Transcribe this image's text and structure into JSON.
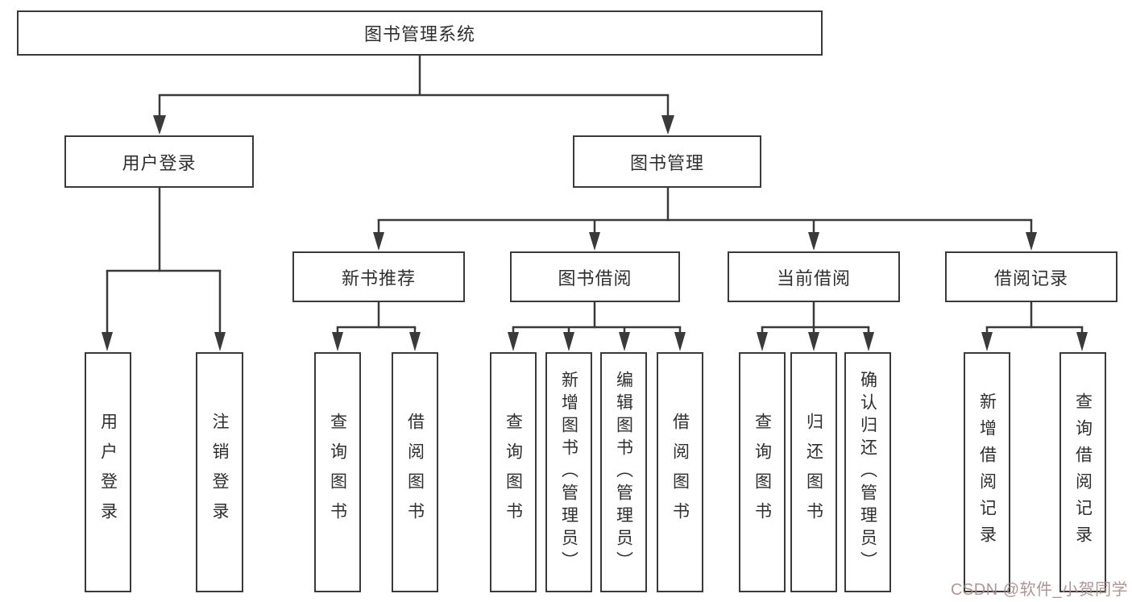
{
  "title": "图书管理系统",
  "tree": {
    "root": {
      "label": "图书管理系统"
    },
    "branches": [
      {
        "label": "用户登录",
        "children": [
          "用户登录",
          "注销登录"
        ]
      },
      {
        "label": "图书管理",
        "children": [
          {
            "label": "新书推荐",
            "children": [
              "查询图书",
              "借阅图书"
            ]
          },
          {
            "label": "图书借阅",
            "children": [
              "查询图书",
              "新增图书（管理员）",
              "编辑图书（管理员）",
              "借阅图书"
            ]
          },
          {
            "label": "当前借阅",
            "children": [
              "查询图书",
              "归还图书",
              "确认归还（管理员）"
            ]
          },
          {
            "label": "借阅记录",
            "children": [
              "新增借阅记录",
              "查询借阅记录"
            ]
          }
        ]
      }
    ]
  },
  "watermark": {
    "text": "CSDN @软件_小贺同学"
  },
  "colors": {
    "line": "#3a3a3a",
    "box_border": "#3a3a3a",
    "text": "#2f2f2f",
    "background": "#ffffff",
    "watermark": "#a78a8a"
  }
}
